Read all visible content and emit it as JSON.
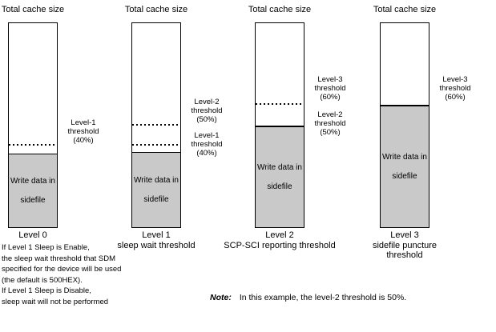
{
  "diagram": {
    "colors": {
      "bar_fill": "#c9c9c9",
      "line": "#000000"
    },
    "columns": [
      {
        "title": "Total cache size",
        "bar": {
          "fill_percent": 36,
          "fill_text": [
            "Write data in",
            "sidefile"
          ],
          "lines": [
            {
              "style": "dotted",
              "percent": 40
            }
          ]
        },
        "labels": [
          {
            "lines": [
              "Level-1",
              "threshold",
              "(40%)"
            ]
          }
        ],
        "caption": [
          "Level 0"
        ]
      },
      {
        "title": "Total cache size",
        "bar": {
          "fill_percent": 37,
          "fill_text": [
            "Write data in",
            "sidefile"
          ],
          "lines": [
            {
              "style": "dotted",
              "percent": 50
            },
            {
              "style": "dotted",
              "percent": 40
            }
          ]
        },
        "labels": [
          {
            "lines": [
              "Level-2",
              "threshold",
              "(50%)"
            ]
          },
          {
            "lines": [
              "Level-1",
              "threshold",
              "(40%)"
            ]
          }
        ],
        "caption": [
          "Level 1",
          "sleep wait threshold"
        ]
      },
      {
        "title": "Total cache size",
        "bar": {
          "fill_percent": 50,
          "fill_text": [
            "Write data in",
            "sidefile"
          ],
          "lines": [
            {
              "style": "dotted",
              "percent": 60
            }
          ]
        },
        "labels": [
          {
            "lines": [
              "Level-3",
              "threshold",
              "(60%)"
            ]
          },
          {
            "lines": [
              "Level-2",
              "threshold",
              "(50%)"
            ]
          }
        ],
        "caption": [
          "Level 2",
          "SCP-SCI reporting threshold"
        ]
      },
      {
        "title": "Total cache size",
        "bar": {
          "fill_percent": 60,
          "fill_text": [
            "Write data in",
            "sidefile"
          ],
          "lines": []
        },
        "labels": [
          {
            "lines": [
              "Level-3",
              "threshold",
              "(60%)"
            ]
          }
        ],
        "caption": [
          "Level 3",
          "sidefile puncture threshold"
        ]
      }
    ],
    "footnote_lines": [
      "If Level 1 Sleep is Enable,",
      "the sleep wait threshold that SDM",
      "specified for the device will be used",
      "(the default is 500HEX).",
      "If Level 1 Sleep is Disable,",
      "sleep wait will not be performed"
    ],
    "note": {
      "label": "Note:",
      "text": "In this example, the level-2 threshold is 50%."
    }
  }
}
